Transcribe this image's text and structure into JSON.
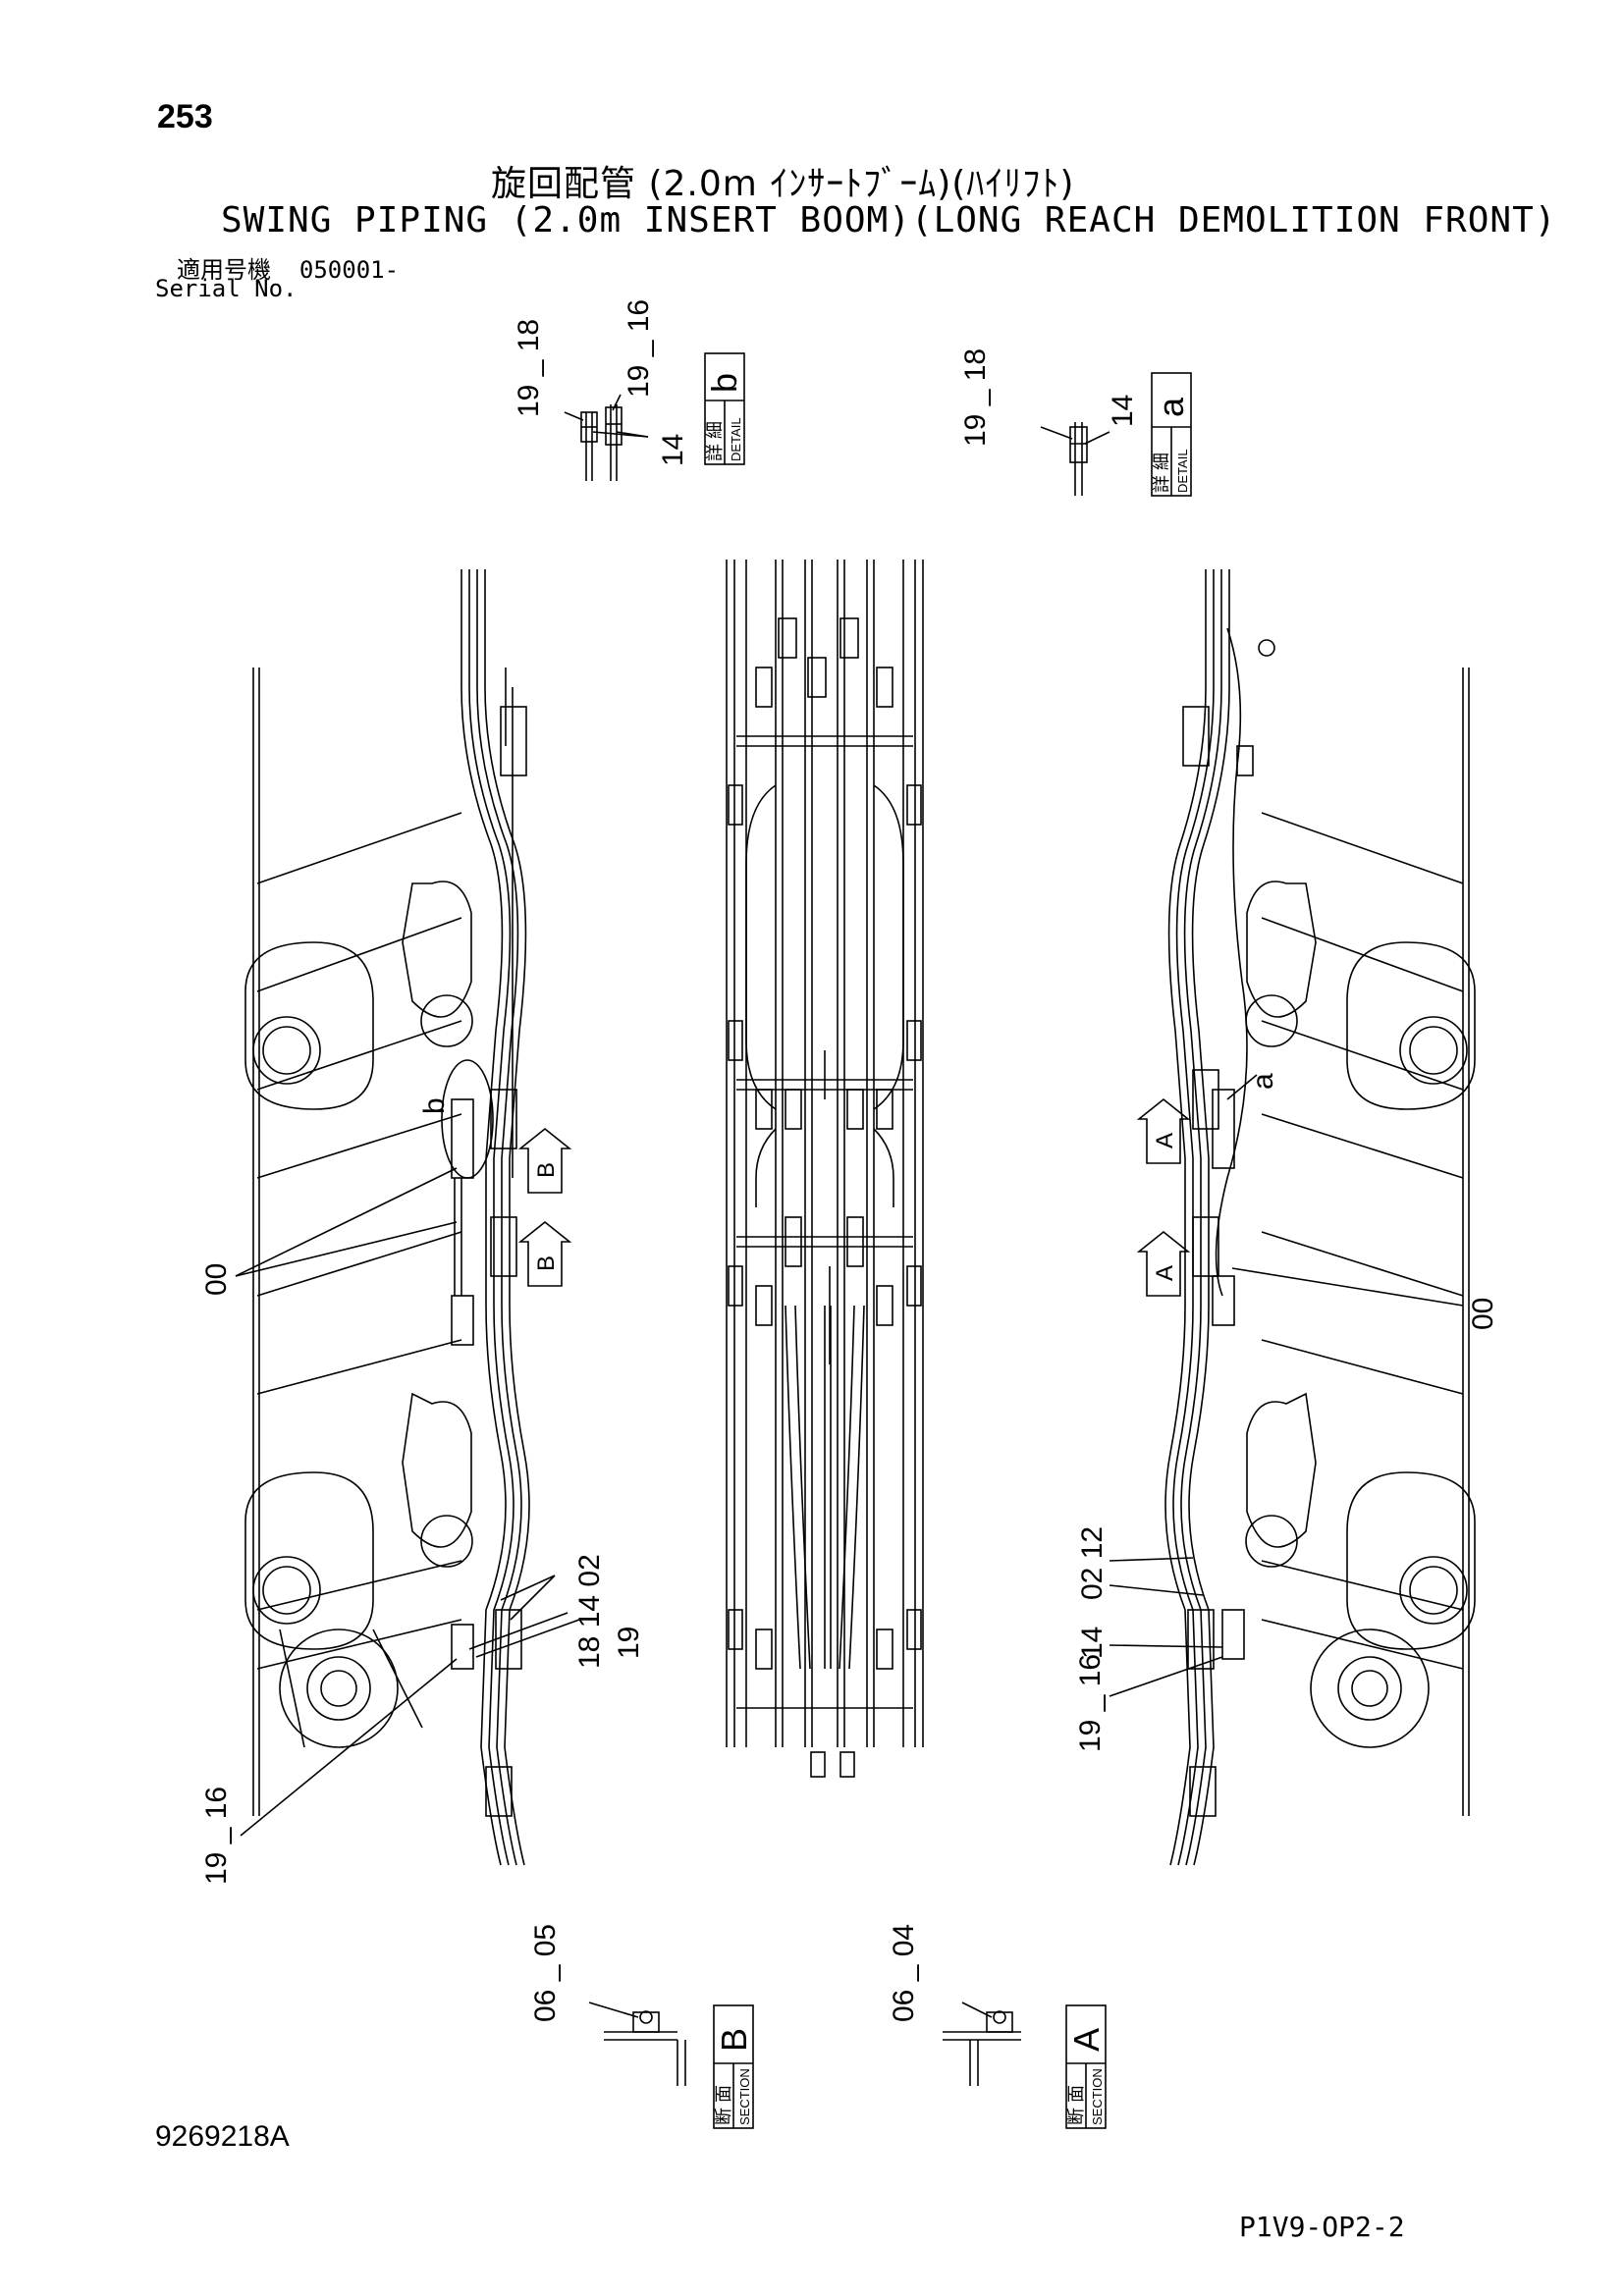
{
  "header": {
    "page_number": "253",
    "title_jp": "旋回配管 (2.0m ｲﾝｻｰﾄﾌﾞｰﾑ)(ﾊｲﾘﾌﾄ)",
    "title_en": "SWING PIPING (2.0m INSERT BOOM)(LONG REACH DEMOLITION FRONT)",
    "serial_label_jp": "適用号機",
    "serial_value": "050001-",
    "serial_label_en": "Serial No."
  },
  "details": {
    "b": {
      "letter": "b",
      "label_jp": "詳 細",
      "label_en": "DETAIL",
      "callouts": [
        "19 _ 18",
        "19 _ 16",
        "14"
      ]
    },
    "a": {
      "letter": "a",
      "label_jp": "詳 細",
      "label_en": "DETAIL",
      "callouts": [
        "19 _ 18",
        "14"
      ]
    }
  },
  "sections": {
    "B": {
      "letter": "B",
      "label_jp": "断 面",
      "label_en": "SECTION",
      "callout": "06 _ 05"
    },
    "A": {
      "letter": "A",
      "label_jp": "断 面",
      "label_en": "SECTION",
      "callout": "06 _ 04"
    }
  },
  "main_view": {
    "left_callouts": {
      "c00": "00",
      "c1402": "18 14 02",
      "c19": "19",
      "c1916": "19 _ 16",
      "detail_b": "b",
      "arrow_b1": "B",
      "arrow_b2": "B"
    },
    "right_callouts": {
      "c00": "00",
      "c0212": "02 12",
      "c14": "14",
      "c1916": "19 _ 16",
      "detail_a": "a",
      "arrow_a1": "A",
      "arrow_a2": "A"
    }
  },
  "footer": {
    "doc_number": "9269218A",
    "sheet_code": "P1V9-OP2-2"
  }
}
